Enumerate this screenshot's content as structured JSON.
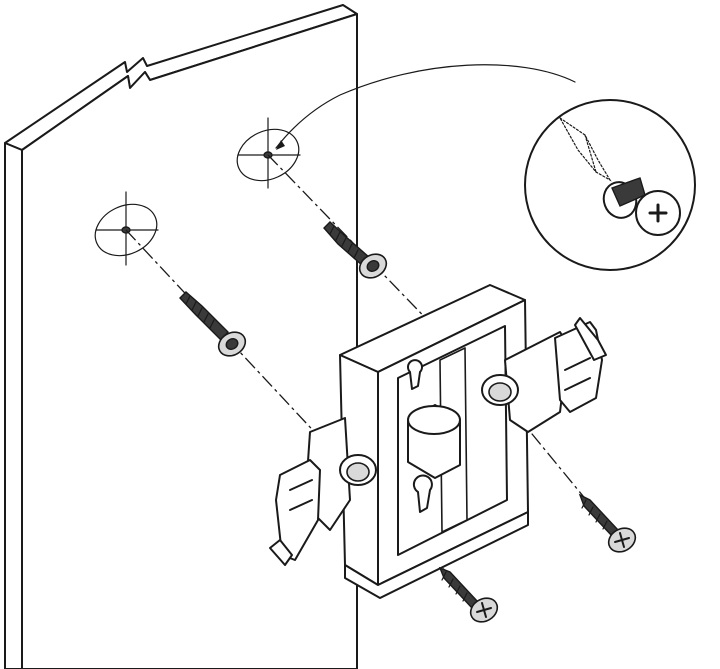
{
  "figure": {
    "components": {
      "wall_panel": "wall-panel",
      "upper_anchor": "wall-anchor",
      "lower_anchor": "wall-anchor",
      "mounting_bracket": "mounting-bracket",
      "screws": "screw",
      "detail": "anchor-expanded-detail"
    },
    "colors": {
      "line": "#1a1a1a",
      "metal_light": "#d9d9d9",
      "metal_dark": "#3a3a3a",
      "background": "#ffffff"
    }
  }
}
